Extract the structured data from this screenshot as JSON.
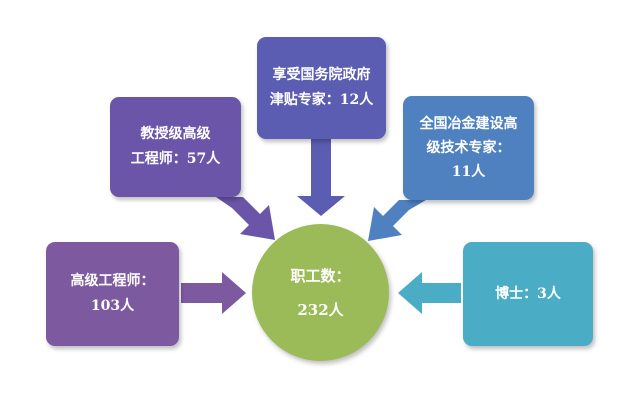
{
  "center": {
    "line1": "职工数：",
    "line2": "232人",
    "color": "#9bbb59"
  },
  "boxes": {
    "top": {
      "line1": "享受国务院政府",
      "line2": "津贴专家：12人",
      "color": "#5b5db2"
    },
    "upper_left": {
      "line1": "教授级高级",
      "line2": "工程师：57人",
      "color": "#6b55a8"
    },
    "upper_right": {
      "line1": "全国冶金建设高",
      "line2": "级技术专家：",
      "line3": "11人",
      "color": "#4f80c0"
    },
    "left": {
      "line1": "高级工程师：",
      "line2": "103人",
      "color": "#7d5aa0"
    },
    "right": {
      "line1": "博士：3人",
      "color": "#4bacc6"
    }
  }
}
